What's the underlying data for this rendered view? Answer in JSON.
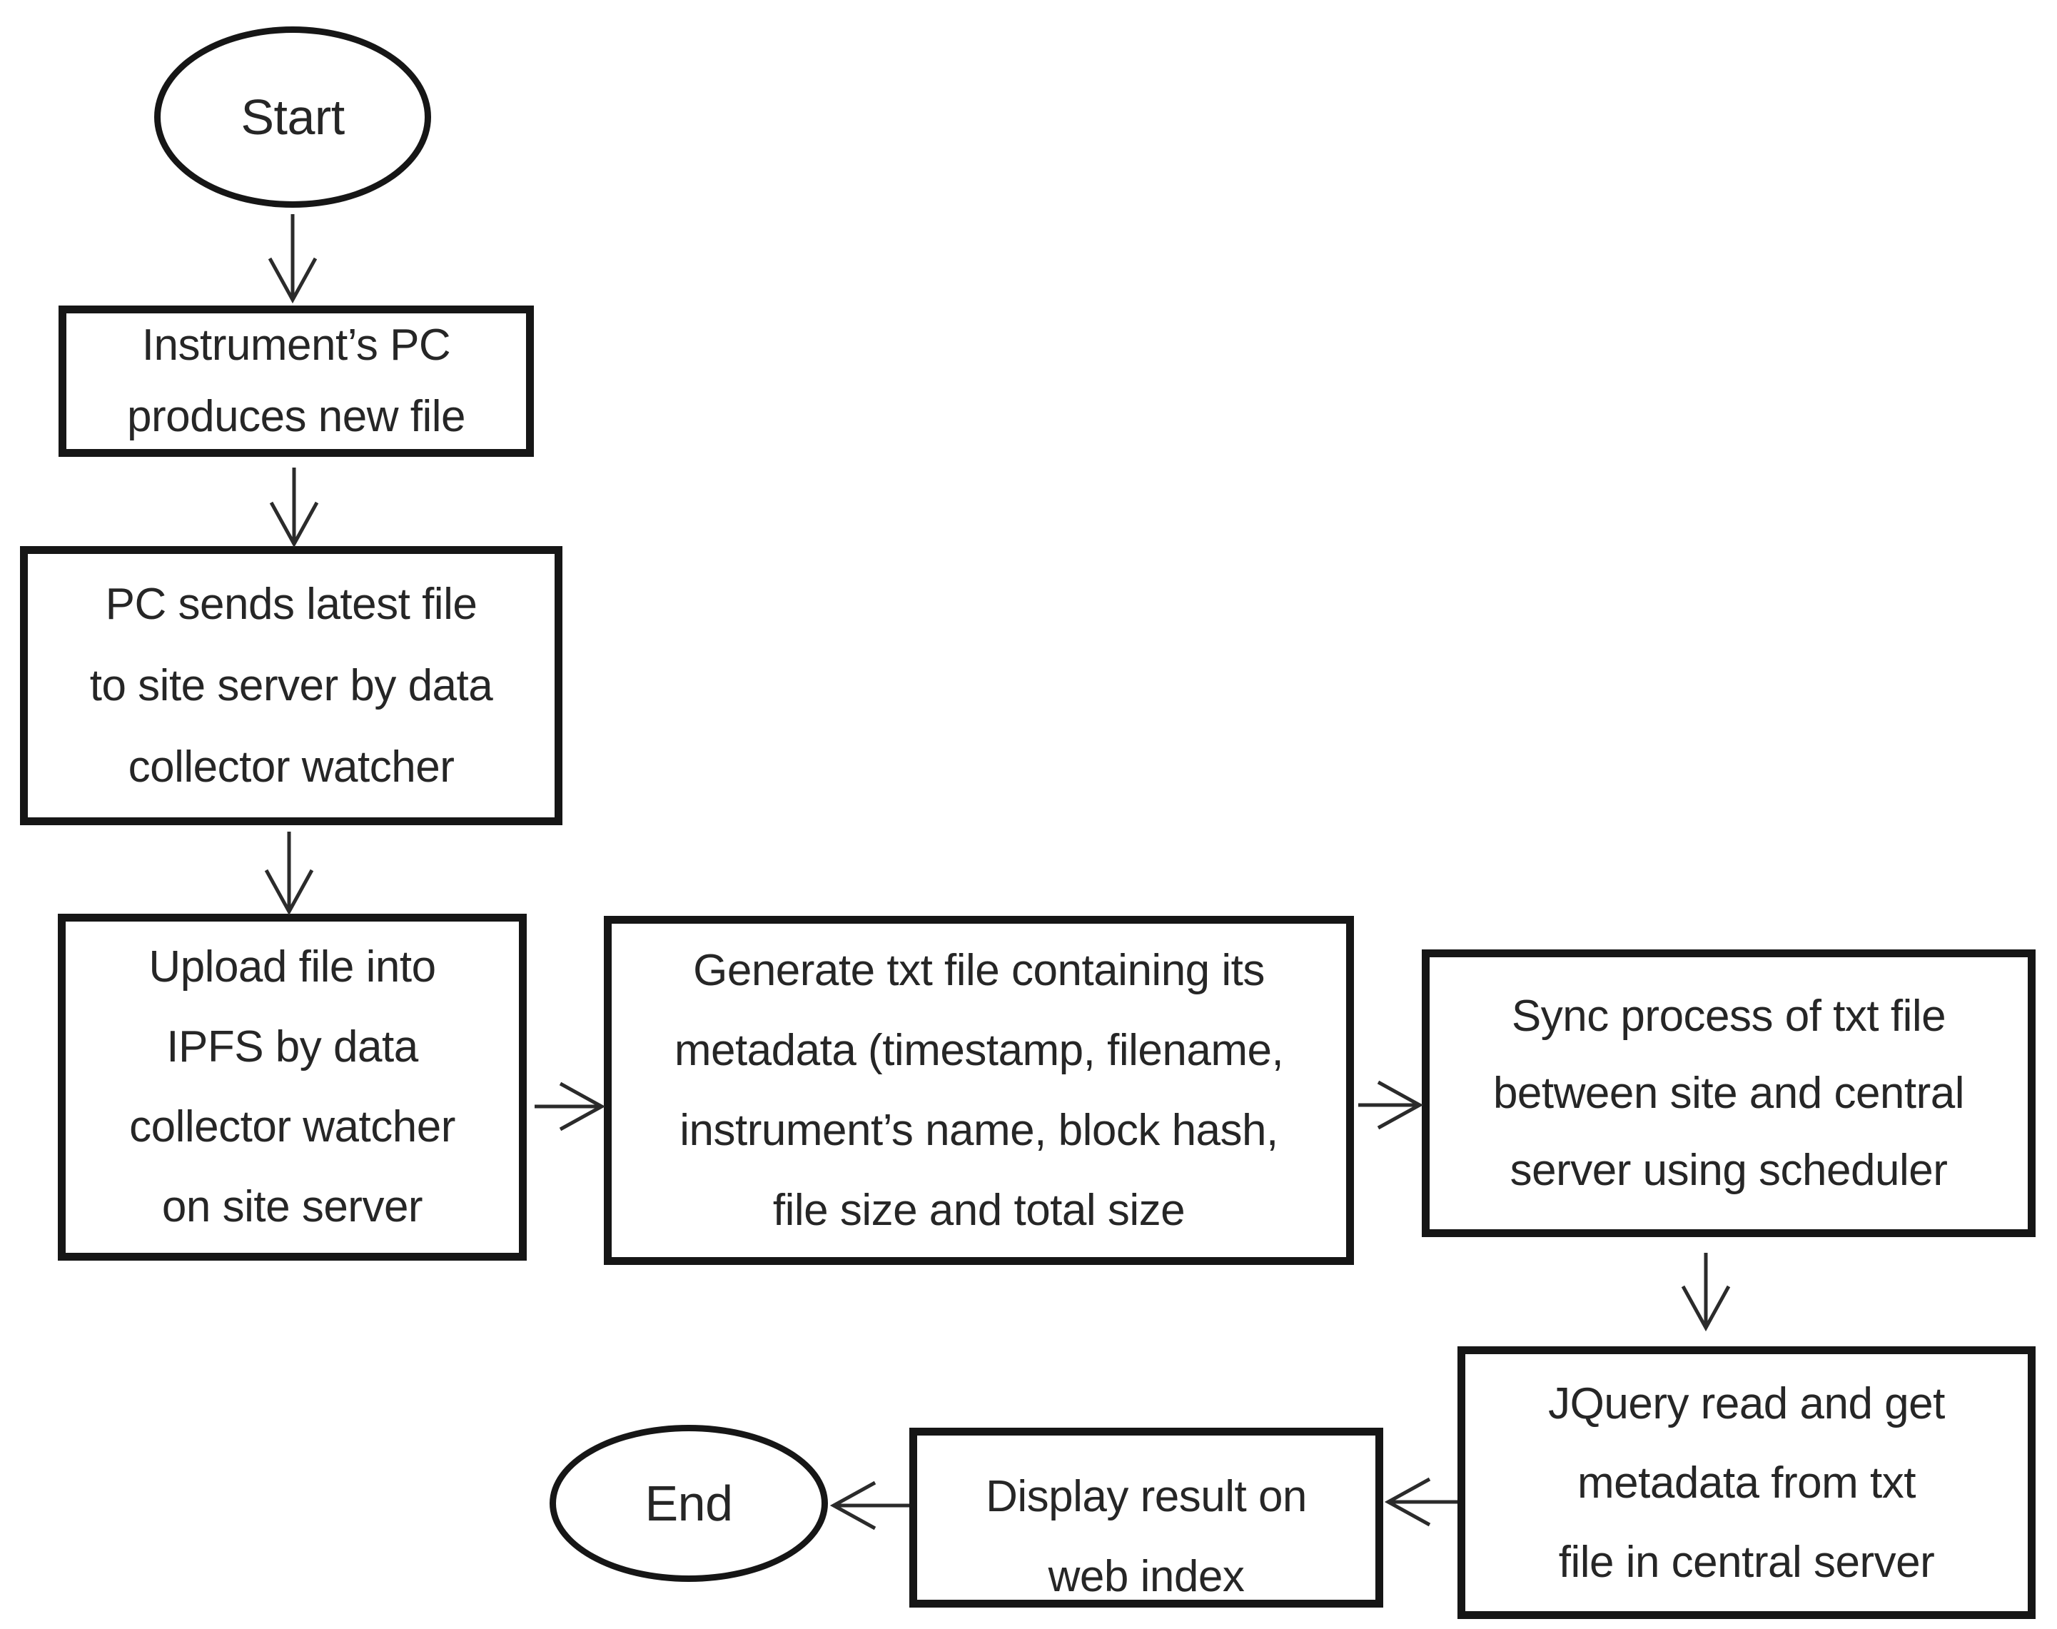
{
  "diagram": {
    "type": "flowchart",
    "background_color": "#ffffff",
    "line_color": "#161616",
    "text_color": "#262626",
    "nodes": {
      "start": {
        "type": "terminator",
        "shape": "ellipse",
        "label": "Start"
      },
      "produce_file": {
        "type": "process",
        "shape": "rectangle",
        "label": "Instrument’s PC\nproduces new file"
      },
      "send_file": {
        "type": "process",
        "shape": "rectangle",
        "label": "PC sends latest file\nto site server by data\ncollector watcher"
      },
      "upload_ipfs": {
        "type": "process",
        "shape": "rectangle",
        "label": "Upload file into\nIPFS by data\ncollector watcher\non site server"
      },
      "generate_txt": {
        "type": "process",
        "shape": "rectangle",
        "label": "Generate txt file containing its\nmetadata (timestamp, filename,\ninstrument’s name, block hash,\nfile size and total size"
      },
      "sync_process": {
        "type": "process",
        "shape": "rectangle",
        "label": "Sync process of txt file\nbetween site and central\nserver using scheduler"
      },
      "jquery_read": {
        "type": "process",
        "shape": "rectangle",
        "label": "JQuery read and get\nmetadata from txt\nfile in central server"
      },
      "display_result": {
        "type": "process",
        "shape": "rectangle",
        "label": "Display result on\nweb index"
      },
      "end": {
        "type": "terminator",
        "shape": "ellipse",
        "label": "End"
      }
    },
    "edges": [
      {
        "from": "start",
        "to": "produce_file",
        "direction": "down"
      },
      {
        "from": "produce_file",
        "to": "send_file",
        "direction": "down"
      },
      {
        "from": "send_file",
        "to": "upload_ipfs",
        "direction": "down"
      },
      {
        "from": "upload_ipfs",
        "to": "generate_txt",
        "direction": "right"
      },
      {
        "from": "generate_txt",
        "to": "sync_process",
        "direction": "right"
      },
      {
        "from": "sync_process",
        "to": "jquery_read",
        "direction": "down"
      },
      {
        "from": "jquery_read",
        "to": "display_result",
        "direction": "left"
      },
      {
        "from": "display_result",
        "to": "end",
        "direction": "left"
      }
    ]
  }
}
